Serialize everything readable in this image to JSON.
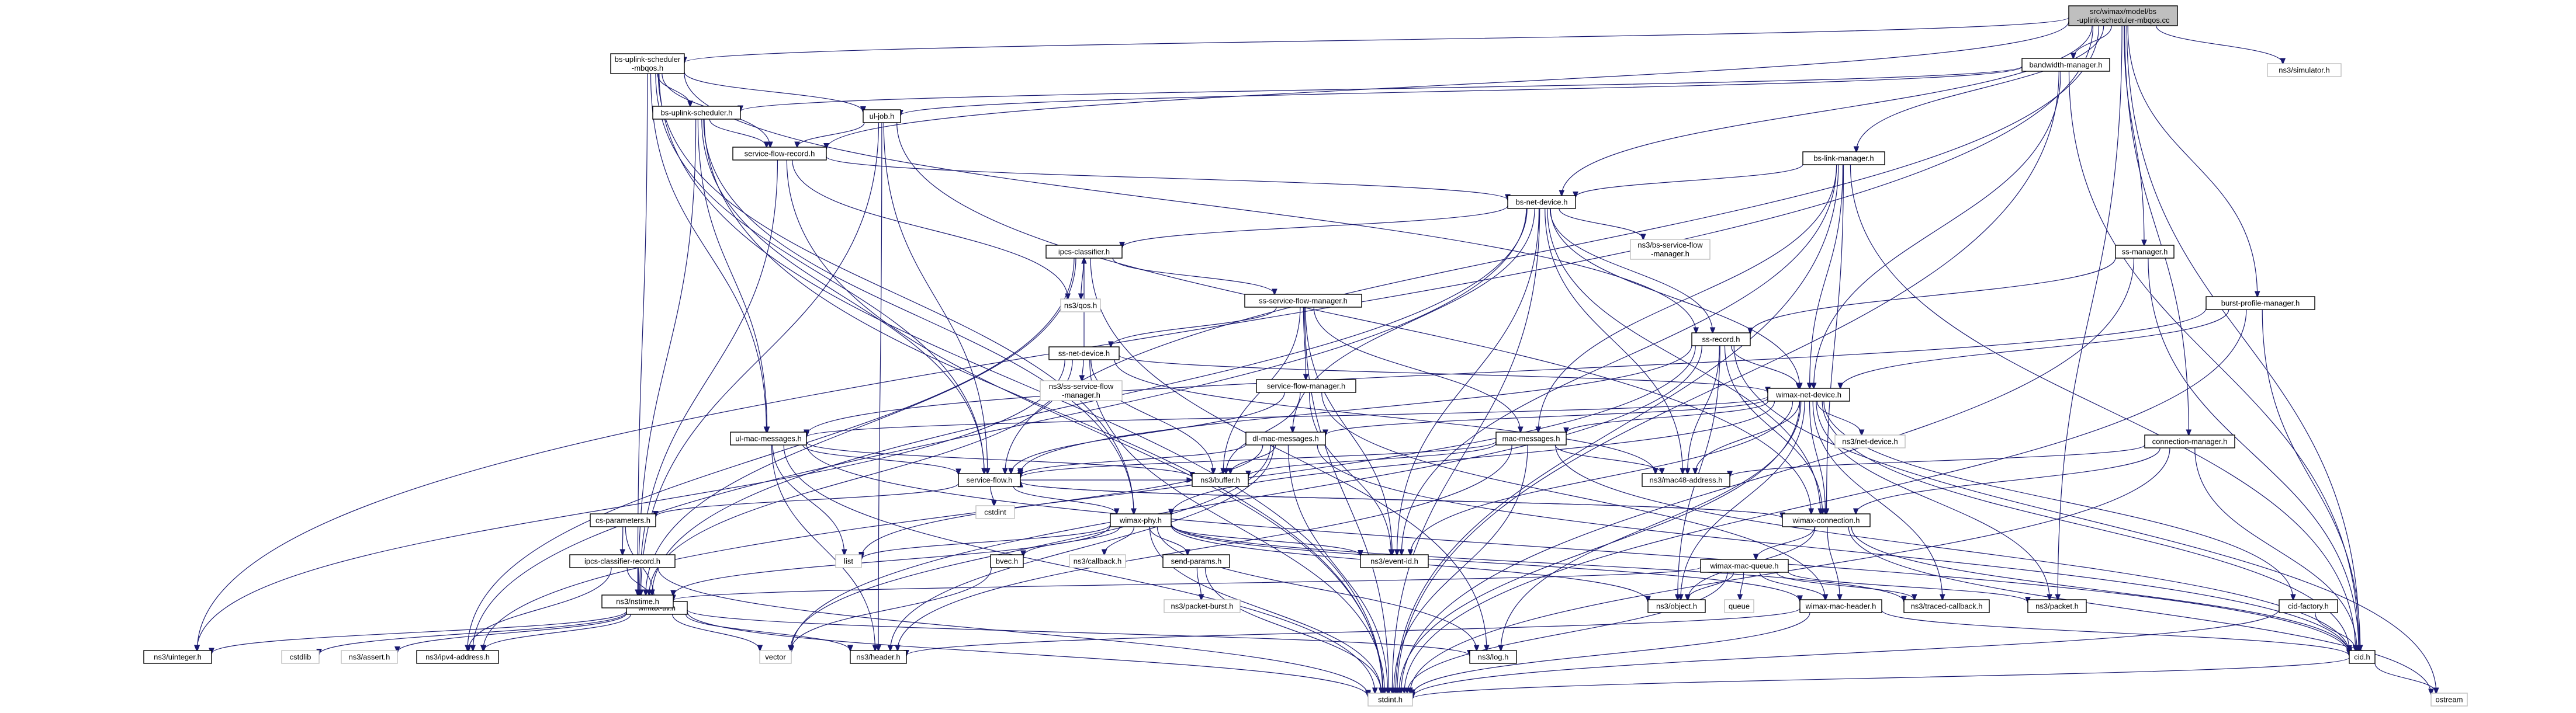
{
  "nodes": [
    {
      "id": "root",
      "label": [
        "src/wimax/model/bs",
        "-uplink-scheduler-mbqos.cc"
      ],
      "kind": "root"
    },
    {
      "id": "bsusm",
      "label": [
        "bs-uplink-scheduler",
        "-mbqos.h"
      ],
      "kind": "doc"
    },
    {
      "id": "bwm",
      "label": [
        "bandwidth-manager.h"
      ],
      "kind": "doc"
    },
    {
      "id": "sim",
      "label": [
        "ns3/simulator.h"
      ],
      "kind": "ext"
    },
    {
      "id": "bsus",
      "label": [
        "bs-uplink-scheduler.h"
      ],
      "kind": "doc"
    },
    {
      "id": "uljob",
      "label": [
        "ul-job.h"
      ],
      "kind": "doc"
    },
    {
      "id": "sfr",
      "label": [
        "service-flow-record.h"
      ],
      "kind": "doc"
    },
    {
      "id": "bslm",
      "label": [
        "bs-link-manager.h"
      ],
      "kind": "doc"
    },
    {
      "id": "bsnd",
      "label": [
        "bs-net-device.h"
      ],
      "kind": "doc"
    },
    {
      "id": "ssman",
      "label": [
        "ss-manager.h"
      ],
      "kind": "doc"
    },
    {
      "id": "bpm",
      "label": [
        "burst-profile-manager.h"
      ],
      "kind": "doc"
    },
    {
      "id": "ipcs",
      "label": [
        "ipcs-classifier.h"
      ],
      "kind": "doc"
    },
    {
      "id": "nsbssfm",
      "label": [
        "ns3/bs-service-flow",
        "-manager.h"
      ],
      "kind": "ext"
    },
    {
      "id": "nsqos",
      "label": [
        "ns3/qos.h"
      ],
      "kind": "ext"
    },
    {
      "id": "sssfm",
      "label": [
        "ss-service-flow-manager.h"
      ],
      "kind": "doc"
    },
    {
      "id": "ssnd",
      "label": [
        "ss-net-device.h"
      ],
      "kind": "doc"
    },
    {
      "id": "ssrec",
      "label": [
        "ss-record.h"
      ],
      "kind": "doc"
    },
    {
      "id": "nsssfm",
      "label": [
        "ns3/ss-service-flow",
        "-manager.h"
      ],
      "kind": "ext"
    },
    {
      "id": "sfm",
      "label": [
        "service-flow-manager.h"
      ],
      "kind": "doc"
    },
    {
      "id": "wnd",
      "label": [
        "wimax-net-device.h"
      ],
      "kind": "doc"
    },
    {
      "id": "ulmm",
      "label": [
        "ul-mac-messages.h"
      ],
      "kind": "doc"
    },
    {
      "id": "dlmm",
      "label": [
        "dl-mac-messages.h"
      ],
      "kind": "doc"
    },
    {
      "id": "macm",
      "label": [
        "mac-messages.h"
      ],
      "kind": "doc"
    },
    {
      "id": "nsnd",
      "label": [
        "ns3/net-device.h"
      ],
      "kind": "ext"
    },
    {
      "id": "connm",
      "label": [
        "connection-manager.h"
      ],
      "kind": "doc"
    },
    {
      "id": "sf",
      "label": [
        "service-flow.h"
      ],
      "kind": "doc"
    },
    {
      "id": "nsbuf",
      "label": [
        "ns3/buffer.h"
      ],
      "kind": "doc"
    },
    {
      "id": "nsmac",
      "label": [
        "ns3/mac48-address.h"
      ],
      "kind": "doc"
    },
    {
      "id": "cstdint",
      "label": [
        "cstdint"
      ],
      "kind": "ext"
    },
    {
      "id": "csp",
      "label": [
        "cs-parameters.h"
      ],
      "kind": "doc"
    },
    {
      "id": "wphy",
      "label": [
        "wimax-phy.h"
      ],
      "kind": "doc"
    },
    {
      "id": "wconn",
      "label": [
        "wimax-connection.h"
      ],
      "kind": "doc"
    },
    {
      "id": "icr",
      "label": [
        "ipcs-classifier-record.h"
      ],
      "kind": "doc"
    },
    {
      "id": "list",
      "label": [
        "list"
      ],
      "kind": "ext"
    },
    {
      "id": "bvec",
      "label": [
        "bvec.h"
      ],
      "kind": "doc"
    },
    {
      "id": "nscb",
      "label": [
        "ns3/callback.h"
      ],
      "kind": "ext"
    },
    {
      "id": "sendp",
      "label": [
        "send-params.h"
      ],
      "kind": "doc"
    },
    {
      "id": "nseid",
      "label": [
        "ns3/event-id.h"
      ],
      "kind": "doc"
    },
    {
      "id": "wmq",
      "label": [
        "wimax-mac-queue.h"
      ],
      "kind": "doc"
    },
    {
      "id": "wtlv",
      "label": [
        "wimax-tlv.h"
      ],
      "kind": "doc"
    },
    {
      "id": "nsnt",
      "label": [
        "ns3/nstime.h"
      ],
      "kind": "doc"
    },
    {
      "id": "nspb",
      "label": [
        "ns3/packet-burst.h"
      ],
      "kind": "ext"
    },
    {
      "id": "queue",
      "label": [
        "queue"
      ],
      "kind": "ext"
    },
    {
      "id": "nsobj",
      "label": [
        "ns3/object.h"
      ],
      "kind": "doc"
    },
    {
      "id": "wmh",
      "label": [
        "wimax-mac-header.h"
      ],
      "kind": "doc"
    },
    {
      "id": "nstcb",
      "label": [
        "ns3/traced-callback.h"
      ],
      "kind": "doc"
    },
    {
      "id": "nspkt",
      "label": [
        "ns3/packet.h"
      ],
      "kind": "doc"
    },
    {
      "id": "cidf",
      "label": [
        "cid-factory.h"
      ],
      "kind": "doc"
    },
    {
      "id": "cid",
      "label": [
        "cid.h"
      ],
      "kind": "doc"
    },
    {
      "id": "nsuint",
      "label": [
        "ns3/uinteger.h"
      ],
      "kind": "doc"
    },
    {
      "id": "cstdlib",
      "label": [
        "cstdlib"
      ],
      "kind": "ext"
    },
    {
      "id": "nsassert",
      "label": [
        "ns3/assert.h"
      ],
      "kind": "ext"
    },
    {
      "id": "nsipv4",
      "label": [
        "ns3/ipv4-address.h"
      ],
      "kind": "doc"
    },
    {
      "id": "vector",
      "label": [
        "vector"
      ],
      "kind": "ext"
    },
    {
      "id": "nshdr",
      "label": [
        "ns3/header.h"
      ],
      "kind": "doc"
    },
    {
      "id": "nslog",
      "label": [
        "ns3/log.h"
      ],
      "kind": "doc"
    },
    {
      "id": "stdint",
      "label": [
        "stdint.h"
      ],
      "kind": "ext"
    },
    {
      "id": "ostream",
      "label": [
        "ostream"
      ],
      "kind": "ext"
    }
  ],
  "edges": [
    [
      "root",
      "bsusm"
    ],
    [
      "root",
      "bwm"
    ],
    [
      "root",
      "sim"
    ],
    [
      "root",
      "sfr"
    ],
    [
      "root",
      "bslm"
    ],
    [
      "root",
      "bsnd"
    ],
    [
      "root",
      "ssman"
    ],
    [
      "root",
      "bpm"
    ],
    [
      "root",
      "connm"
    ],
    [
      "root",
      "sf"
    ],
    [
      "root",
      "nsuint"
    ],
    [
      "root",
      "cid"
    ],
    [
      "root",
      "nspkt"
    ],
    [
      "bsusm",
      "bsus"
    ],
    [
      "bsusm",
      "uljob"
    ],
    [
      "bsusm",
      "sfr"
    ],
    [
      "bsusm",
      "ssrec"
    ],
    [
      "bsusm",
      "ulmm"
    ],
    [
      "bsusm",
      "sf"
    ],
    [
      "bsusm",
      "wphy"
    ],
    [
      "bsusm",
      "nsnt"
    ],
    [
      "bsusm",
      "stdint"
    ],
    [
      "bwm",
      "bsus"
    ],
    [
      "bwm",
      "uljob"
    ],
    [
      "bwm",
      "wnd"
    ],
    [
      "bwm",
      "cid"
    ],
    [
      "bwm",
      "stdint"
    ],
    [
      "bsus",
      "sfr"
    ],
    [
      "bsus",
      "ulmm"
    ],
    [
      "bsus",
      "sf"
    ],
    [
      "bsus",
      "wphy"
    ],
    [
      "bsus",
      "nsnt"
    ],
    [
      "bsus",
      "stdint"
    ],
    [
      "uljob",
      "sfr"
    ],
    [
      "uljob",
      "sf"
    ],
    [
      "uljob",
      "wconn"
    ],
    [
      "uljob",
      "nsnt"
    ],
    [
      "uljob",
      "nshdr"
    ],
    [
      "sfr",
      "bsnd"
    ],
    [
      "sfr",
      "nsqos"
    ],
    [
      "sfr",
      "nsnt"
    ],
    [
      "sfr",
      "stdint"
    ],
    [
      "bslm",
      "bsnd"
    ],
    [
      "bslm",
      "wnd"
    ],
    [
      "bslm",
      "macm"
    ],
    [
      "bslm",
      "wconn"
    ],
    [
      "bslm",
      "cid"
    ],
    [
      "bslm",
      "nseid"
    ],
    [
      "bslm",
      "stdint"
    ],
    [
      "bsnd",
      "ipcs"
    ],
    [
      "bsnd",
      "nsbssfm"
    ],
    [
      "bsnd",
      "ssrec"
    ],
    [
      "bsnd",
      "wnd"
    ],
    [
      "bsnd",
      "dlmm"
    ],
    [
      "bsnd",
      "nsmac"
    ],
    [
      "bsnd",
      "nsnt"
    ],
    [
      "bsnd",
      "nseid"
    ],
    [
      "bsnd",
      "nsipv4"
    ],
    [
      "bsnd",
      "wconn"
    ],
    [
      "bsnd",
      "stdint"
    ],
    [
      "ssman",
      "ssrec"
    ],
    [
      "ssman",
      "cid"
    ],
    [
      "ssman",
      "stdint"
    ],
    [
      "bpm",
      "wnd"
    ],
    [
      "bpm",
      "ulmm"
    ],
    [
      "bpm",
      "cid"
    ],
    [
      "bpm",
      "stdint"
    ],
    [
      "ipcs",
      "nsqos"
    ],
    [
      "ipcs",
      "sssfm"
    ],
    [
      "ipcs",
      "nsipv4"
    ],
    [
      "ipcs",
      "nslog"
    ],
    [
      "ipcs",
      "nsnt"
    ],
    [
      "sssfm",
      "ssnd"
    ],
    [
      "sssfm",
      "sfm"
    ],
    [
      "sssfm",
      "macm"
    ],
    [
      "sssfm",
      "nsbuf"
    ],
    [
      "sssfm",
      "nseid"
    ],
    [
      "sssfm",
      "stdint"
    ],
    [
      "ssnd",
      "ipcs"
    ],
    [
      "ssnd",
      "nsssfm"
    ],
    [
      "ssnd",
      "wnd"
    ],
    [
      "ssnd",
      "nsnt"
    ],
    [
      "ssnd",
      "nsmac"
    ],
    [
      "ssnd",
      "nsuint"
    ],
    [
      "ssnd",
      "nsbuf"
    ],
    [
      "ssnd",
      "stdint"
    ],
    [
      "ssrec",
      "wnd"
    ],
    [
      "ssrec",
      "nsmac"
    ],
    [
      "ssrec",
      "sf"
    ],
    [
      "ssrec",
      "wconn"
    ],
    [
      "ssrec",
      "ostream"
    ],
    [
      "ssrec",
      "vector"
    ],
    [
      "ssrec",
      "nsobj"
    ],
    [
      "ssrec",
      "nsipv4"
    ],
    [
      "sfm",
      "sf"
    ],
    [
      "sfm",
      "nsbuf"
    ],
    [
      "sfm",
      "nseid"
    ],
    [
      "sfm",
      "wmh"
    ],
    [
      "wnd",
      "ulmm"
    ],
    [
      "wnd",
      "dlmm"
    ],
    [
      "wnd",
      "macm"
    ],
    [
      "wnd",
      "nsnd"
    ],
    [
      "wnd",
      "nsmac"
    ],
    [
      "wnd",
      "wconn"
    ],
    [
      "wnd",
      "wphy"
    ],
    [
      "wnd",
      "cidf"
    ],
    [
      "wnd",
      "nsobj"
    ],
    [
      "wnd",
      "nseid"
    ],
    [
      "wnd",
      "nstcb"
    ],
    [
      "wnd",
      "nspkt"
    ],
    [
      "wnd",
      "stdint"
    ],
    [
      "wnd",
      "cid"
    ],
    [
      "wnd",
      "nslog"
    ],
    [
      "ulmm",
      "sf"
    ],
    [
      "ulmm",
      "nsbuf"
    ],
    [
      "ulmm",
      "list"
    ],
    [
      "ulmm",
      "cid"
    ],
    [
      "ulmm",
      "stdint"
    ],
    [
      "ulmm",
      "nshdr"
    ],
    [
      "dlmm",
      "sf"
    ],
    [
      "dlmm",
      "nsbuf"
    ],
    [
      "dlmm",
      "cid"
    ],
    [
      "dlmm",
      "vector"
    ],
    [
      "dlmm",
      "list"
    ],
    [
      "dlmm",
      "nshdr"
    ],
    [
      "dlmm",
      "stdint"
    ],
    [
      "macm",
      "sf"
    ],
    [
      "macm",
      "nsmac"
    ],
    [
      "macm",
      "nsbuf"
    ],
    [
      "macm",
      "cid"
    ],
    [
      "macm",
      "nshdr"
    ],
    [
      "macm",
      "stdint"
    ],
    [
      "connm",
      "wconn"
    ],
    [
      "connm",
      "nsmac"
    ],
    [
      "connm",
      "cid"
    ],
    [
      "connm",
      "stdint"
    ],
    [
      "sf",
      "cstdint"
    ],
    [
      "sf",
      "csp"
    ],
    [
      "sf",
      "wphy"
    ],
    [
      "sf",
      "wconn"
    ],
    [
      "sf",
      "nsbuf"
    ],
    [
      "csp",
      "icr"
    ],
    [
      "csp",
      "wtlv"
    ],
    [
      "wphy",
      "list"
    ],
    [
      "wphy",
      "bvec"
    ],
    [
      "wphy",
      "nscb"
    ],
    [
      "wphy",
      "sendp"
    ],
    [
      "wphy",
      "nseid"
    ],
    [
      "wphy",
      "nsnt"
    ],
    [
      "wphy",
      "nsobj"
    ],
    [
      "wphy",
      "nstcb"
    ],
    [
      "wphy",
      "nslog"
    ],
    [
      "wphy",
      "stdint"
    ],
    [
      "wphy",
      "wmh"
    ],
    [
      "wconn",
      "wmq"
    ],
    [
      "wconn",
      "sf"
    ],
    [
      "wconn",
      "nsobj"
    ],
    [
      "wconn",
      "wmh"
    ],
    [
      "wconn",
      "cid"
    ],
    [
      "wconn",
      "ostream"
    ],
    [
      "icr",
      "wtlv"
    ],
    [
      "icr",
      "nsipv4"
    ],
    [
      "icr",
      "stdint"
    ],
    [
      "bvec",
      "vector"
    ],
    [
      "sendp",
      "nspb"
    ],
    [
      "sendp",
      "stdint"
    ],
    [
      "wmq",
      "wmh"
    ],
    [
      "wmq",
      "nsobj"
    ],
    [
      "wmq",
      "queue"
    ],
    [
      "wmq",
      "nstcb"
    ],
    [
      "wmq",
      "nspkt"
    ],
    [
      "wmq",
      "nsnt"
    ],
    [
      "wmq",
      "stdint"
    ],
    [
      "wtlv",
      "nsuint"
    ],
    [
      "wtlv",
      "cstdlib"
    ],
    [
      "wtlv",
      "nsassert"
    ],
    [
      "wtlv",
      "nsipv4"
    ],
    [
      "wtlv",
      "vector"
    ],
    [
      "wtlv",
      "nshdr"
    ],
    [
      "wtlv",
      "nslog"
    ],
    [
      "wtlv",
      "stdint"
    ],
    [
      "wmh",
      "nshdr"
    ],
    [
      "wmh",
      "cid"
    ],
    [
      "wmh",
      "stdint"
    ],
    [
      "cidf",
      "cid"
    ],
    [
      "cidf",
      "stdint"
    ],
    [
      "cid",
      "ostream"
    ],
    [
      "cid",
      "stdint"
    ]
  ]
}
